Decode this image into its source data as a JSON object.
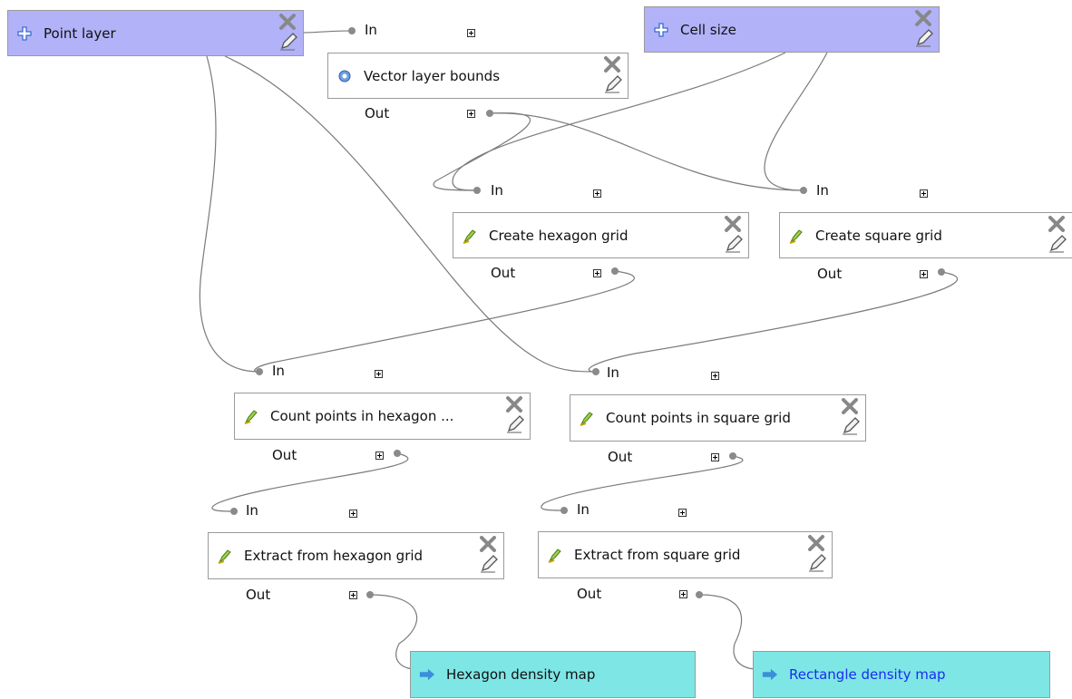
{
  "inputs": [
    {
      "id": "point_layer",
      "label": "Point layer",
      "icon": "plus-cross-icon"
    },
    {
      "id": "cell_size",
      "label": "Cell size",
      "icon": "plus-cross-icon"
    }
  ],
  "algorithms": [
    {
      "id": "vector_bounds",
      "label": "Vector layer bounds",
      "icon": "gear-icon"
    },
    {
      "id": "hex_grid",
      "label": "Create hexagon grid",
      "icon": "qgis-algorithm-icon"
    },
    {
      "id": "sq_grid",
      "label": "Create square grid",
      "icon": "qgis-algorithm-icon"
    },
    {
      "id": "count_hex",
      "label": "Count points in hexagon ...",
      "icon": "qgis-algorithm-icon"
    },
    {
      "id": "count_sq",
      "label": "Count points in square grid",
      "icon": "qgis-algorithm-icon"
    },
    {
      "id": "extract_hex",
      "label": "Extract from hexagon grid",
      "icon": "qgis-algorithm-icon"
    },
    {
      "id": "extract_sq",
      "label": "Extract from square grid",
      "icon": "qgis-algorithm-icon"
    }
  ],
  "outputs": [
    {
      "id": "hex_map",
      "label": "Hexagon density map",
      "icon": "arrow-right-icon"
    },
    {
      "id": "rect_map",
      "label": "Rectangle density map",
      "icon": "arrow-right-icon"
    }
  ],
  "ports": {
    "in_label": "In",
    "out_label": "Out"
  },
  "colors": {
    "input_fill": "#b2b2f9",
    "output_fill": "#7fe6e6",
    "wire": "#7a7a7a",
    "link_text": "#1a2cf0"
  }
}
